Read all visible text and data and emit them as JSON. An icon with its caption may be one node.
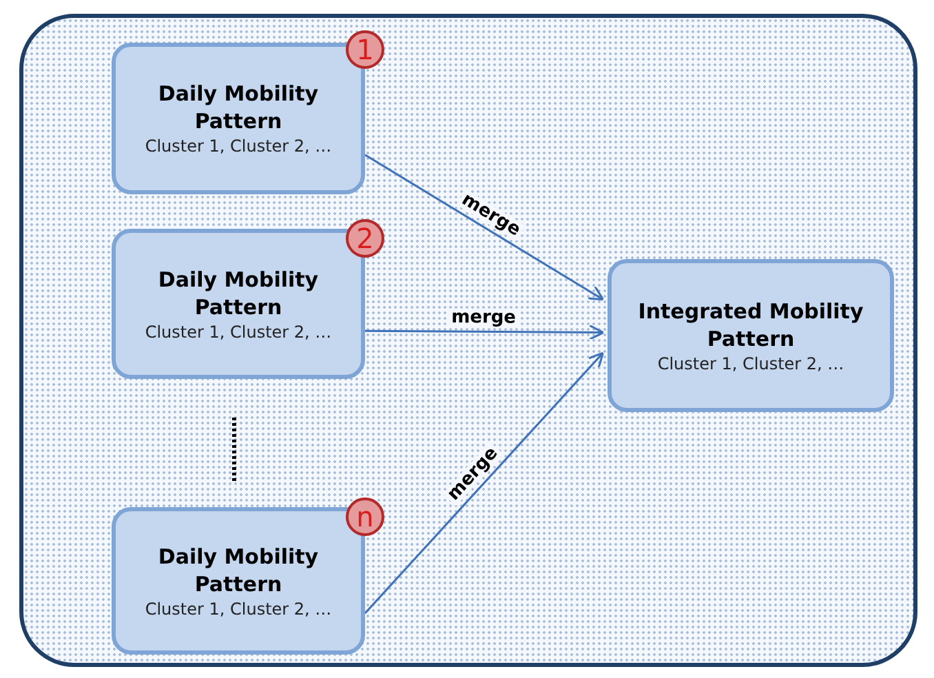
{
  "diagram": {
    "nodes": [
      {
        "text": [],
        "shape": "box"
      },
      {
        "text": [
          "Daily Mobility Pattern",
          "Cluster 1, Cluster 2, …"
        ],
        "in": 0
      },
      {
        "text": [
          "1"
        ],
        "in": 0
      },
      {
        "text": [
          "Daily Mobility Pattern",
          "Cluster 1, Cluster 2, …"
        ],
        "in": 0
      },
      {
        "text": [
          "2"
        ],
        "in": 0
      },
      {
        "text": [
          "Daily Mobility Pattern",
          "Cluster 1, Cluster 2, …"
        ],
        "in": 0
      },
      {
        "text": [
          "n"
        ],
        "in": 0
      },
      {
        "text": [
          "Integrated Mobility Pattern",
          "Cluster 1, Cluster 2, …"
        ],
        "in": 0
      }
    ],
    "edges": [
      {
        "from": 1,
        "to": 7,
        "label": "merge",
        "arrow": "to"
      },
      {
        "from": 3,
        "to": 7,
        "label": "merge",
        "arrow": "to"
      },
      {
        "from": 5,
        "to": 7,
        "label": "merge",
        "arrow": "to"
      }
    ]
  }
}
